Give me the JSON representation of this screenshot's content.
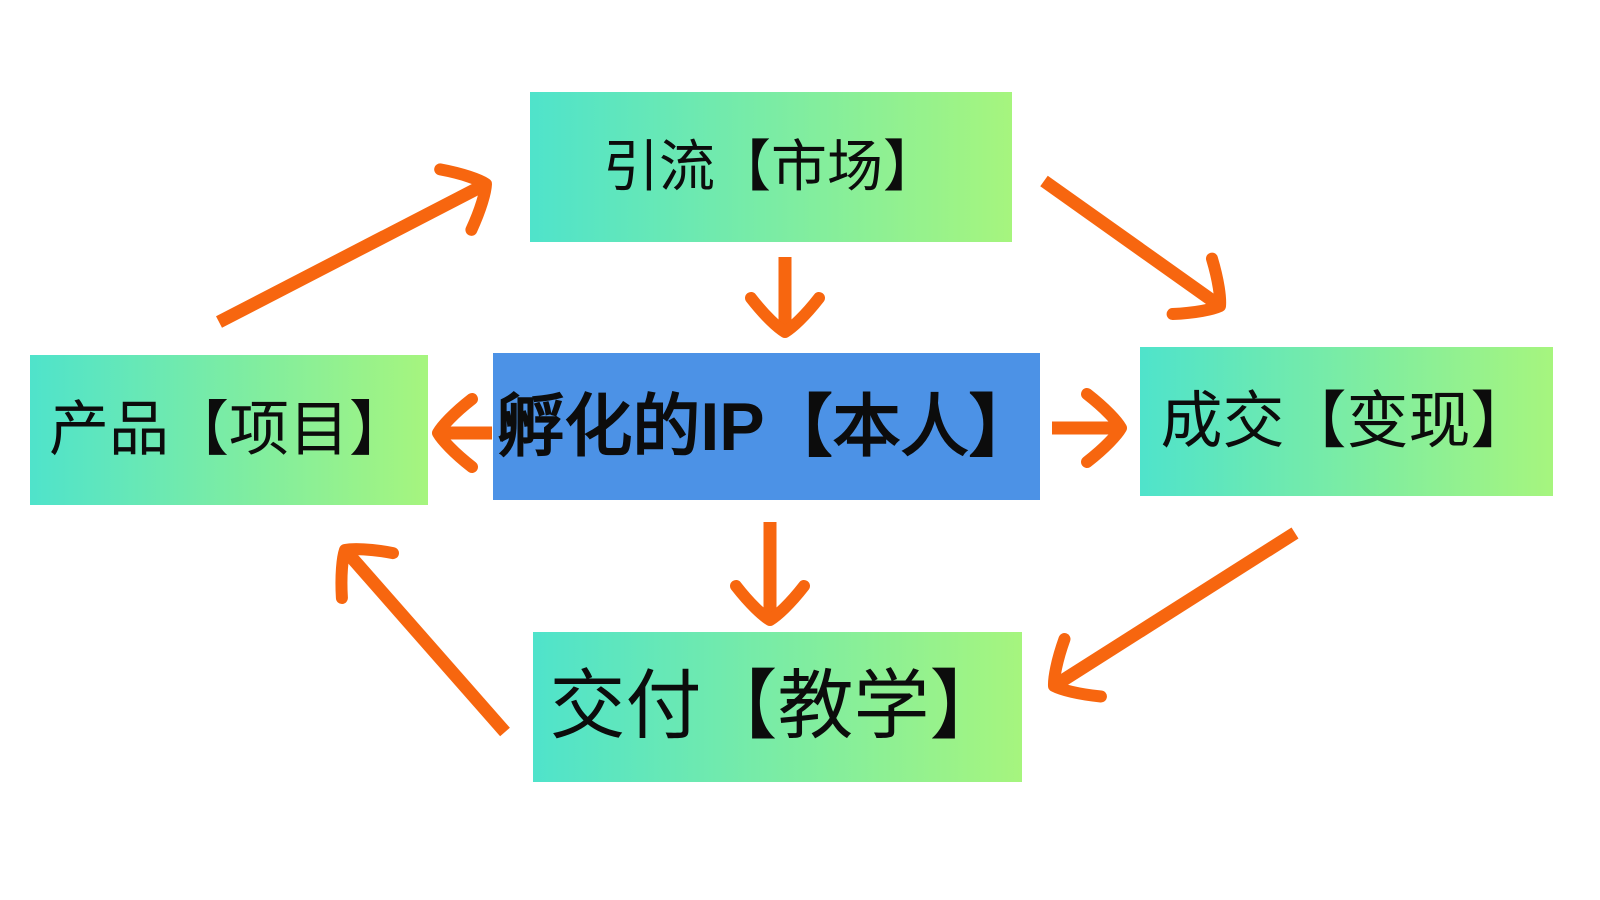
{
  "diagram": {
    "kind": "flow-diagram",
    "nodes": {
      "traffic": {
        "label": "引流【市场】"
      },
      "product": {
        "label": "产品【项目】"
      },
      "ip": {
        "label": "孵化的IP【本人】"
      },
      "deal": {
        "label": "成交【变现】"
      },
      "delivery": {
        "label": "交付【教学】"
      }
    },
    "arrows": [
      {
        "name": "product-to-traffic",
        "from": "product",
        "to": "traffic"
      },
      {
        "name": "traffic-to-ip",
        "from": "traffic",
        "to": "ip"
      },
      {
        "name": "traffic-to-deal",
        "from": "traffic",
        "to": "deal"
      },
      {
        "name": "ip-to-product",
        "from": "ip",
        "to": "product"
      },
      {
        "name": "ip-to-deal",
        "from": "ip",
        "to": "deal"
      },
      {
        "name": "ip-to-delivery",
        "from": "ip",
        "to": "delivery"
      },
      {
        "name": "deal-to-delivery",
        "from": "deal",
        "to": "delivery"
      },
      {
        "name": "delivery-to-product",
        "from": "delivery",
        "to": "product"
      }
    ]
  },
  "colors": {
    "bg": "#ffffff",
    "gradient_start": "#4fe3cb",
    "gradient_end": "#a6f57e",
    "center_blue": "#4c92e6",
    "arrow_orange": "#f7660f",
    "text_black": "#0c0c0c"
  }
}
